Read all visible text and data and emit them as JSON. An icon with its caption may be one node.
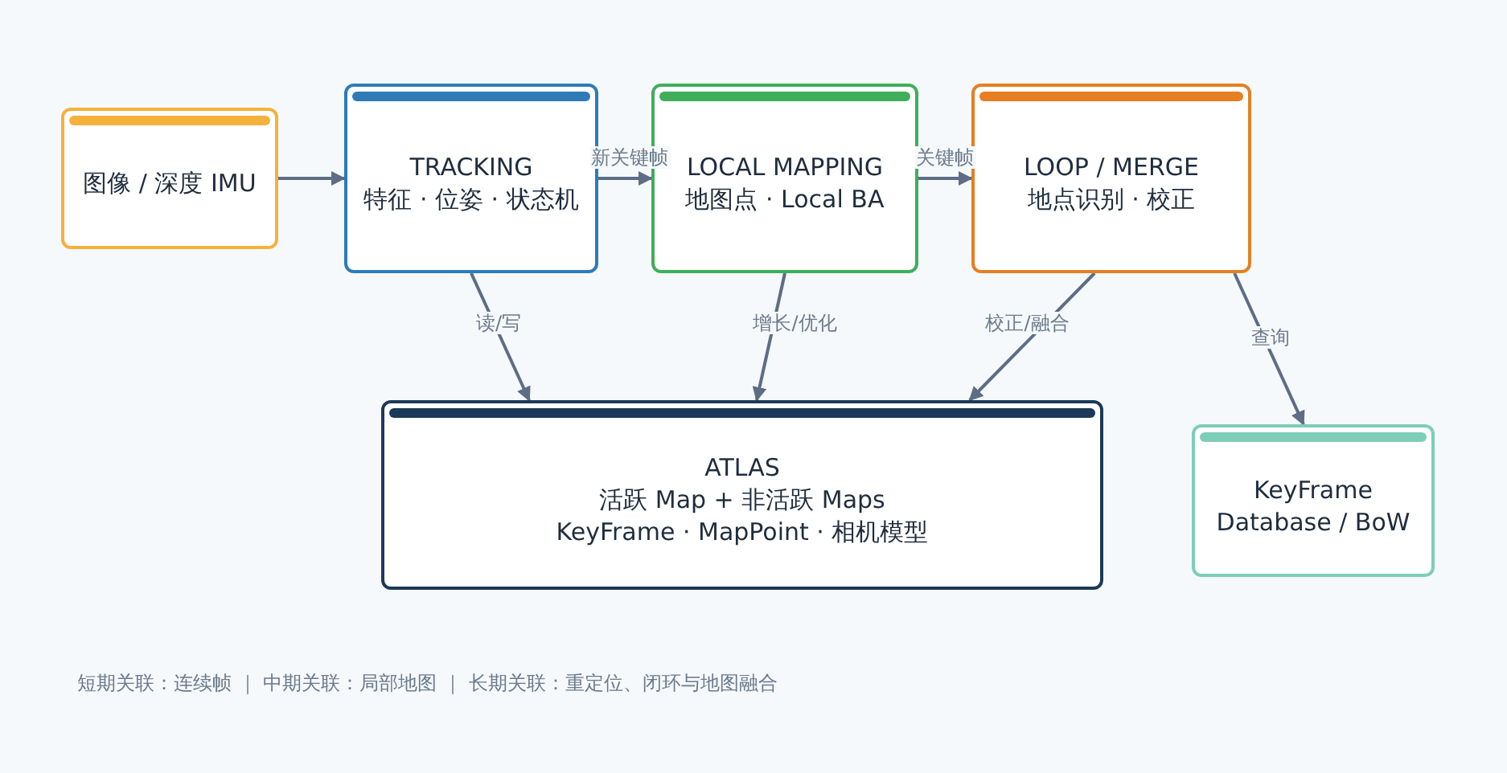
{
  "diagram": {
    "nodes": [
      {
        "text": [
          "图像 / 深度 IMU"
        ]
      },
      {
        "text": [
          "TRACKING",
          "特征 · 位姿 · 状态机"
        ]
      },
      {
        "text": [
          "LOCAL MAPPING",
          "地图点 · Local BA"
        ]
      },
      {
        "text": [
          "LOOP / MERGE",
          "地点识别 · 校正"
        ]
      },
      {
        "text": [
          "ATLAS",
          "活跃 Map + 非活跃 Maps",
          "KeyFrame · MapPoint · 相机模型"
        ]
      },
      {
        "text": [
          "KeyFrame Database / BoW"
        ]
      }
    ],
    "edges": [
      {
        "from": 0,
        "to": 1,
        "arrow": "to"
      },
      {
        "from": 1,
        "to": 2,
        "arrow": "to",
        "label": "新关键帧"
      },
      {
        "from": 2,
        "to": 3,
        "arrow": "to",
        "label": "关键帧"
      },
      {
        "from": 1,
        "to": 4,
        "arrow": "to",
        "label": "读/写"
      },
      {
        "from": 2,
        "to": 4,
        "arrow": "to",
        "label": "增长/优化"
      },
      {
        "from": 3,
        "to": 4,
        "arrow": "to",
        "label": "校正/融合"
      },
      {
        "from": 3,
        "to": 5,
        "arrow": "to",
        "label": "查询"
      }
    ],
    "labels": [
      "短期关联：连续帧 ｜ 中期关联：局部地图 ｜ 长期关联：重定位、闭环与地图融合"
    ]
  }
}
